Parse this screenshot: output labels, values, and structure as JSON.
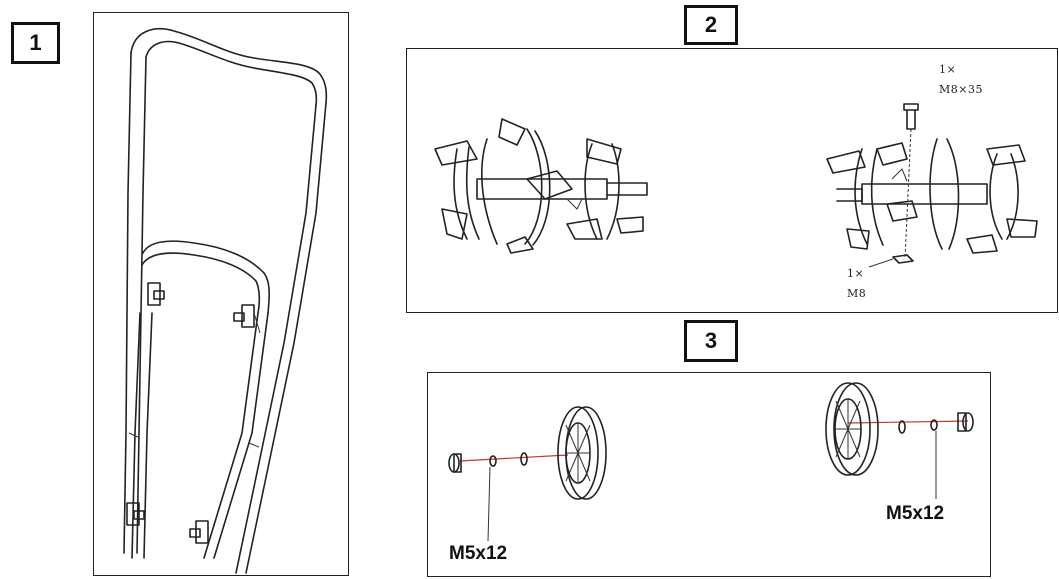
{
  "steps": [
    {
      "number": "1"
    },
    {
      "number": "2",
      "labels": {
        "bolt_qty": "1×",
        "bolt_size": "M8×35",
        "nut_qty": "1×",
        "nut_size": "M8"
      }
    },
    {
      "number": "3",
      "labels": {
        "left_screw": "M5x12",
        "right_screw": "M5x12"
      }
    }
  ],
  "colors": {
    "line": "#222222",
    "axle": "#c0392b",
    "background": "#ffffff"
  },
  "icons": [
    "handle-frame-icon",
    "tiller-tine-icon",
    "bolt-icon",
    "nut-icon",
    "wheel-icon",
    "washer-icon",
    "hub-cap-icon"
  ]
}
